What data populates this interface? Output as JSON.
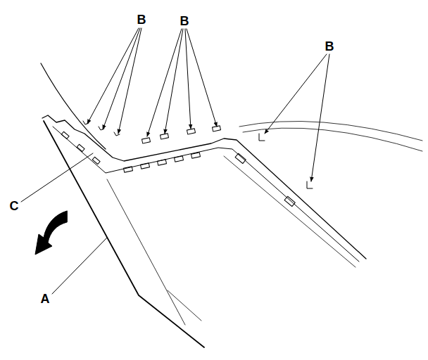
{
  "diagram": {
    "labels": [
      "B",
      "B",
      "B",
      "C",
      "A"
    ]
  }
}
